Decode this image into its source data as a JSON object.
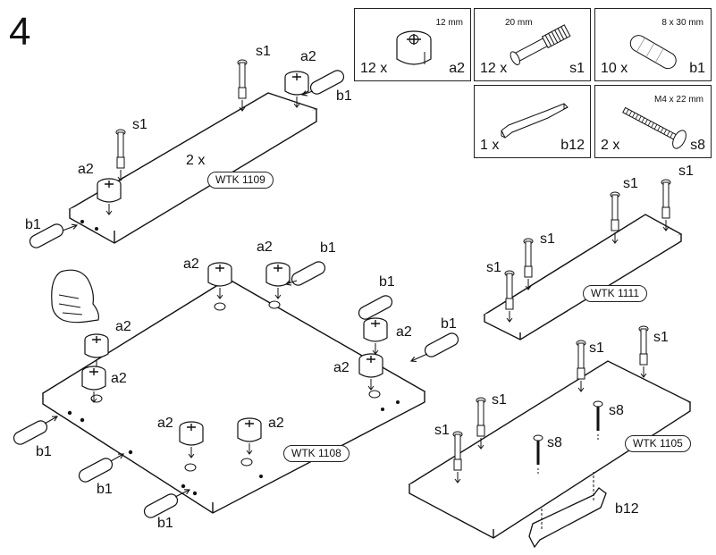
{
  "step_number": "4",
  "parts": [
    {
      "size": "12 mm",
      "qty": "12 x",
      "code": "a2",
      "icon": "cam-lock-icon"
    },
    {
      "size": "20 mm",
      "qty": "12 x",
      "code": "s1",
      "icon": "cam-bolt-icon"
    },
    {
      "size": "8 x 30 mm",
      "qty": "10 x",
      "code": "b1",
      "icon": "wooden-dowel-icon"
    },
    {
      "size": "",
      "qty": "1 x",
      "code": "b12",
      "icon": "handle-icon"
    },
    {
      "size": "M4 x 22 mm",
      "qty": "2 x",
      "code": "s8",
      "icon": "screw-icon"
    }
  ],
  "boards": {
    "top": {
      "tag": "WTK 1109",
      "multiplier": "2 x"
    },
    "middle": {
      "tag": "WTK 1108"
    },
    "right_top": {
      "tag": "WTK 1111"
    },
    "right_bottom": {
      "tag": "WTK 1105"
    }
  },
  "labels": {
    "a2": "a2",
    "s1": "s1",
    "b1": "b1",
    "s8": "s8",
    "b12": "b12"
  }
}
